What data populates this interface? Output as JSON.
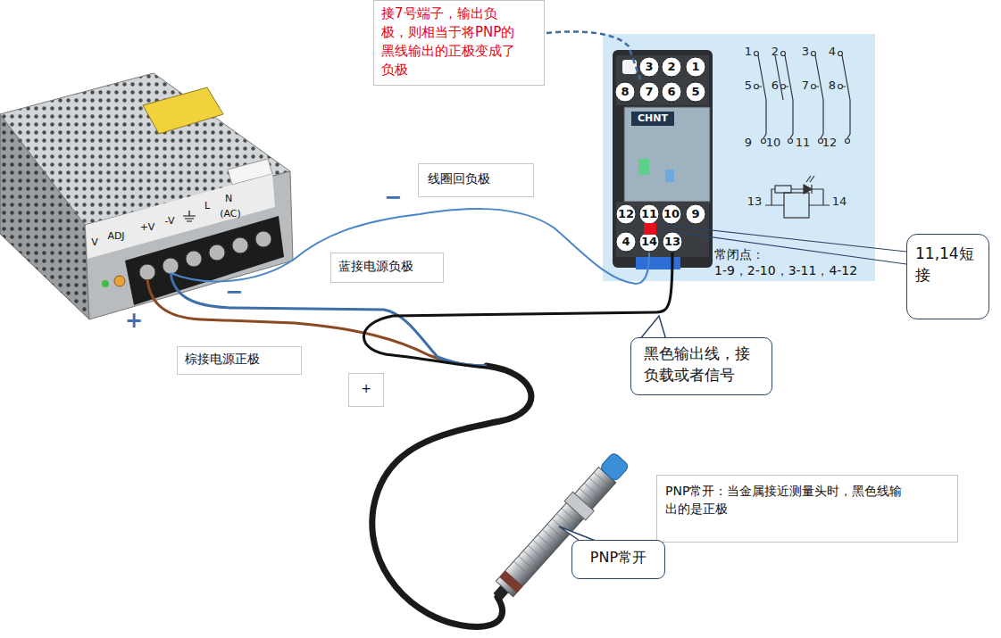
{
  "diagram": {
    "nodes": [
      {
        "text": [
          "接7号端子，输出负极，则相当于将PNP的黑线输出的正极变成了负极"
        ]
      },
      {
        "text": [
          "线圈回负极"
        ]
      },
      {
        "text": [
          "11,14短接"
        ]
      },
      {
        "text": [
          "蓝接电源负极"
        ]
      },
      {
        "text": [
          "黑色输出线，接负载或者信号"
        ]
      },
      {
        "text": [
          "棕接电源正极"
        ]
      },
      {
        "text": [
          "+"
        ]
      },
      {
        "text": [
          "PNP常开：当金属接近测量头时，黑色线输出的是正极"
        ]
      },
      {
        "text": [
          "PNP常开"
        ]
      }
    ],
    "labels": [
      "V",
      "ADJ",
      "+V",
      "-V",
      "L",
      "N",
      "(AC)",
      "+",
      "−",
      "−",
      "3",
      "2",
      "1",
      "8",
      "7",
      "6",
      "5",
      "12",
      "11",
      "10",
      "9",
      "4",
      "14",
      "13",
      "CHNT",
      "1",
      "2",
      "3",
      "4",
      "5",
      "6",
      "7",
      "8",
      "9",
      "10",
      "11",
      "12",
      "13",
      "14",
      "常闭点：",
      "1-9，2-10，3-11，4-12"
    ]
  }
}
